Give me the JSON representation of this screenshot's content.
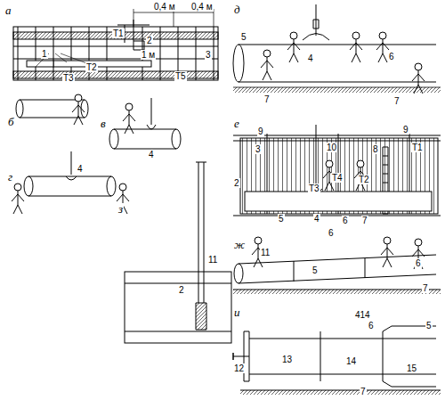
{
  "diagram": {
    "labels": [
      "а",
      "Т1",
      "0,4 м",
      "0,4 м",
      "2",
      "1 м",
      "3",
      "1",
      "Т2",
      "Т3",
      "Т5",
      "д",
      "5",
      "4",
      "6",
      "7",
      "7",
      "б",
      "в",
      "4",
      "г",
      "4",
      "е",
      "9",
      "9",
      "8",
      "Т1",
      "3",
      "10",
      "2",
      "Т4",
      "Т3",
      "Т2",
      "5",
      "4",
      "6",
      "7",
      "6",
      "з",
      "11",
      "2",
      "ж",
      "11",
      "5",
      "6",
      "7",
      "и",
      "414",
      "6",
      "5",
      "12",
      "13",
      "14",
      "15",
      "7"
    ]
  }
}
